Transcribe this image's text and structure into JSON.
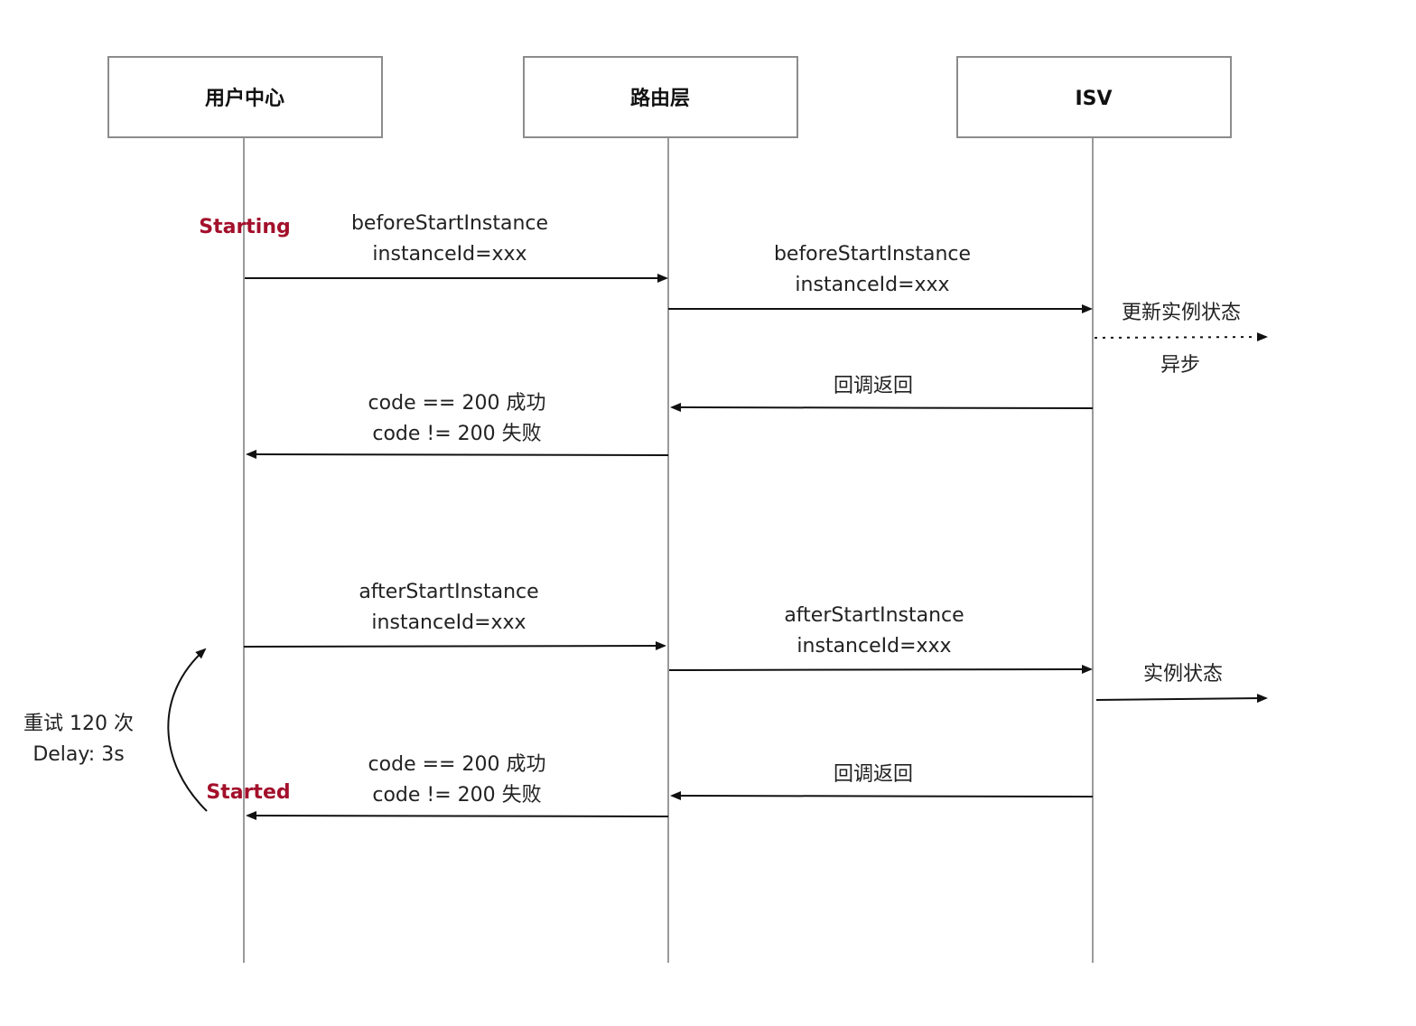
{
  "actors": [
    {
      "id": "user",
      "label": "用户中心"
    },
    {
      "id": "router",
      "label": "路由层"
    },
    {
      "id": "isv",
      "label": "ISV"
    }
  ],
  "states": {
    "starting": "Starting",
    "started": "Started",
    "color": "#a3102b"
  },
  "messages": [
    {
      "id": "m1",
      "from": "user",
      "to": "router",
      "style": "solid",
      "lines": [
        "beforeStartInstance",
        "instanceId=xxx"
      ]
    },
    {
      "id": "m2",
      "from": "router",
      "to": "isv",
      "style": "solid",
      "lines": [
        "beforeStartInstance",
        "instanceId=xxx"
      ]
    },
    {
      "id": "m3",
      "from": "isv",
      "to": "external",
      "style": "dotted",
      "lines": [
        "更新实例状态"
      ],
      "below": "异步"
    },
    {
      "id": "m4",
      "from": "isv",
      "to": "router",
      "style": "solid",
      "lines": [
        "回调返回"
      ]
    },
    {
      "id": "m5",
      "from": "router",
      "to": "user",
      "style": "solid",
      "lines": [
        "code == 200 成功",
        "code != 200 失败"
      ]
    },
    {
      "id": "m6",
      "from": "user",
      "to": "router",
      "style": "solid",
      "lines": [
        "afterStartInstance",
        "instanceId=xxx"
      ]
    },
    {
      "id": "m7",
      "from": "router",
      "to": "isv",
      "style": "solid",
      "lines": [
        "afterStartInstance",
        "instanceId=xxx"
      ]
    },
    {
      "id": "m8",
      "from": "isv",
      "to": "external",
      "style": "solid",
      "lines": [
        "实例状态"
      ]
    },
    {
      "id": "m9",
      "from": "isv",
      "to": "router",
      "style": "solid",
      "lines": [
        "回调返回"
      ]
    },
    {
      "id": "m10",
      "from": "router",
      "to": "user",
      "style": "solid",
      "lines": [
        "code == 200 成功",
        "code != 200 失败"
      ]
    }
  ],
  "retry_note": {
    "lines": [
      "重试 120 次",
      "Delay: 3s"
    ]
  }
}
